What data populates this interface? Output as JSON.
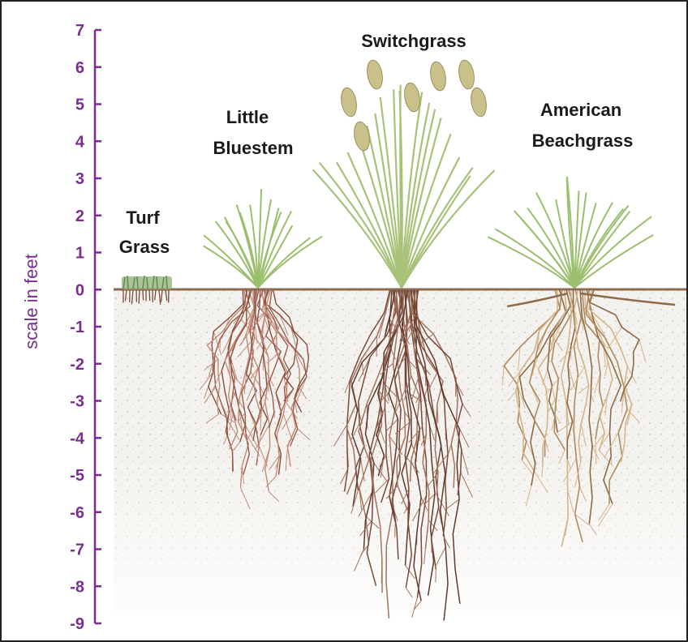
{
  "scale": {
    "title": "scale in feet",
    "ticks": [
      "7",
      "6",
      "5",
      "4",
      "3",
      "2",
      "1",
      "0",
      "-1",
      "-2",
      "-3",
      "-4",
      "-5",
      "-6",
      "-7",
      "-8",
      "-9"
    ],
    "color": "#7a2e8f"
  },
  "plants": [
    {
      "id": "turf",
      "line1": "Turf",
      "line2": "Grass"
    },
    {
      "id": "bluestem",
      "line1": "Little",
      "line2": "Bluestem"
    },
    {
      "id": "switchgrass",
      "line1": "Switchgrass",
      "line2": ""
    },
    {
      "id": "beachgrass",
      "line1": "American",
      "line2": "Beachgrass"
    }
  ],
  "colors": {
    "ground_line": "#8b6a50",
    "soil": "#f3f1ec",
    "root_dark": "#7a4a3a",
    "root_light": "#c9a27a",
    "grass": "#9bbf6e"
  }
}
